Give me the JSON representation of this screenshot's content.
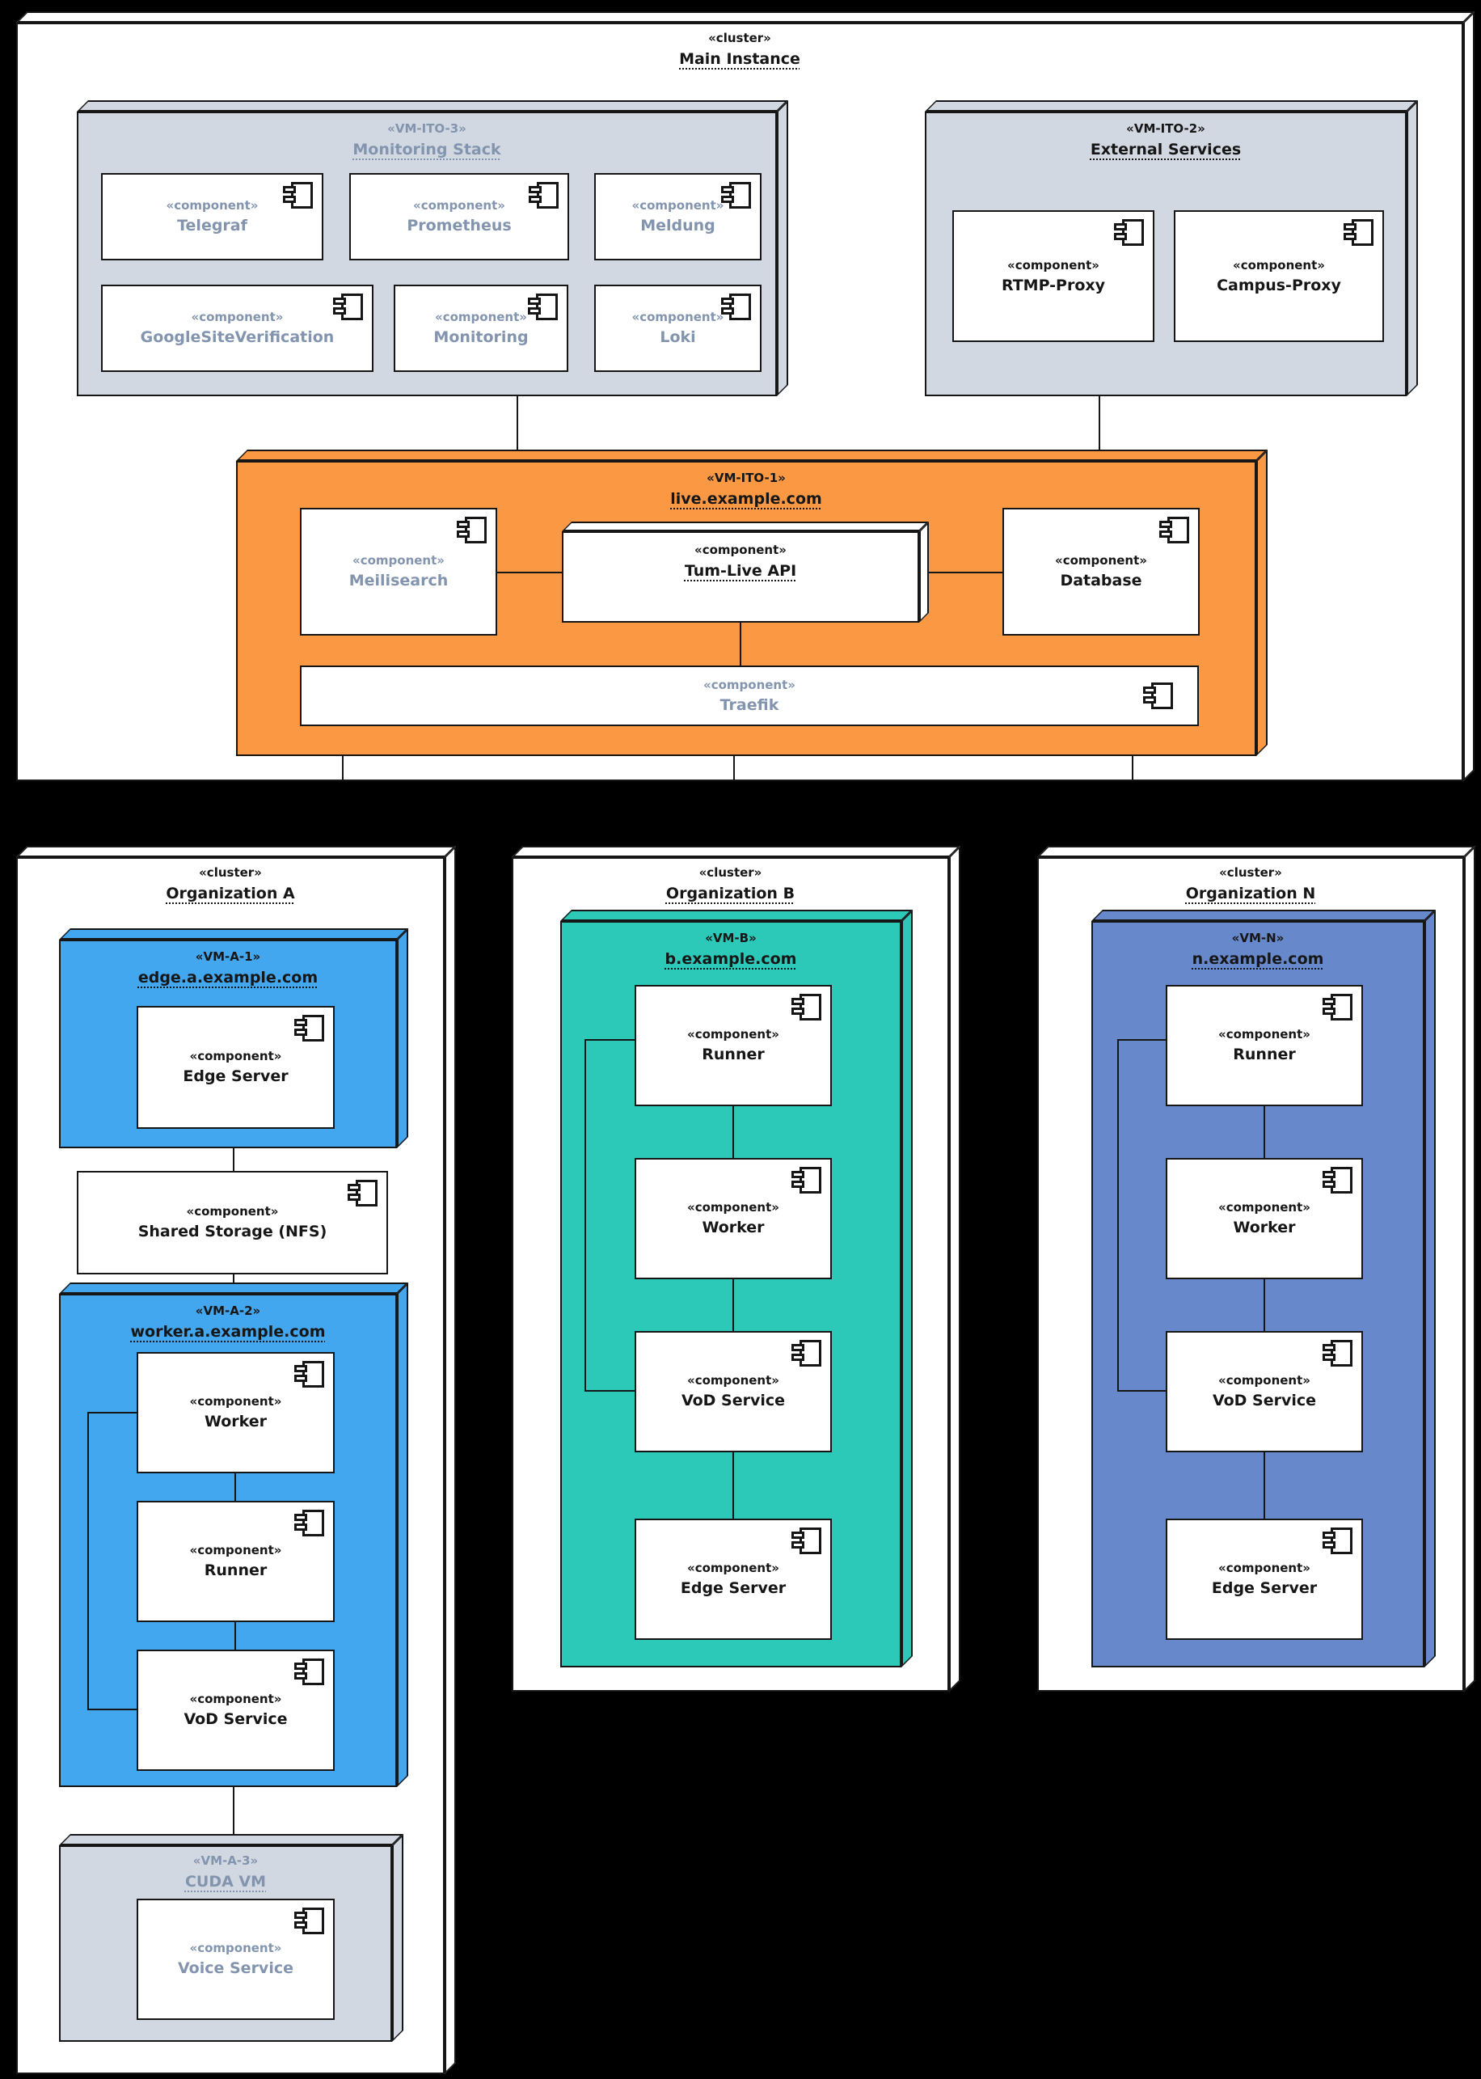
{
  "labels": {
    "cluster_st": "«cluster»",
    "component_st": "«component»"
  },
  "clusters": {
    "main": {
      "name": "Main Instance"
    },
    "org_a": {
      "name": "Organization A"
    },
    "org_b": {
      "name": "Organization B"
    },
    "org_n": {
      "name": "Organization N"
    }
  },
  "nodes": {
    "monitoring_stack": {
      "st": "«VM-ITO-3»",
      "name": "Monitoring Stack"
    },
    "external_services": {
      "st": "«VM-ITO-2»",
      "name": "External Services"
    },
    "live": {
      "st": "«VM-ITO-1»",
      "name": "live.example.com"
    },
    "tum_live_api": {
      "name": "Tum-Live API"
    },
    "vm_a1": {
      "st": "«VM-A-1»",
      "name": "edge.a.example.com"
    },
    "vm_a2": {
      "st": "«VM-A-2»",
      "name": "worker.a.example.com"
    },
    "vm_a3": {
      "st": "«VM-A-3»",
      "name": "CUDA VM"
    },
    "vm_b": {
      "st": "«VM-B»",
      "name": "b.example.com"
    },
    "vm_n": {
      "st": "«VM-N»",
      "name": "n.example.com"
    }
  },
  "components": {
    "telegraf": "Telegraf",
    "prometheus": "Prometheus",
    "meldung": "Meldung",
    "google_site_verification": "GoogleSiteVerification",
    "monitoring": "Monitoring",
    "loki": "Loki",
    "rtmp_proxy": "RTMP-Proxy",
    "campus_proxy": "Campus-Proxy",
    "meilisearch": "Meilisearch",
    "database": "Database",
    "traefik": "Traefik",
    "edge_server_a": "Edge Server",
    "shared_storage": "Shared Storage (NFS)",
    "worker_a": "Worker",
    "runner_a": "Runner",
    "vod_a": "VoD Service",
    "voice_service": "Voice Service",
    "runner_b": "Runner",
    "worker_b": "Worker",
    "vod_b": "VoD Service",
    "edge_server_b": "Edge Server",
    "runner_n": "Runner",
    "worker_n": "Worker",
    "vod_n": "VoD Service",
    "edge_server_n": "Edge Server"
  },
  "colors": {
    "background": "#000000",
    "cluster_fill": "#FFFFFF",
    "gray_node": "#D1D8E1",
    "orange_node": "#FB9843",
    "blue_node": "#43A7EF",
    "teal_node": "#2CC9B9",
    "indigo_node": "#6789CB",
    "muted_text": "#8294AE",
    "ink": "#161616"
  }
}
